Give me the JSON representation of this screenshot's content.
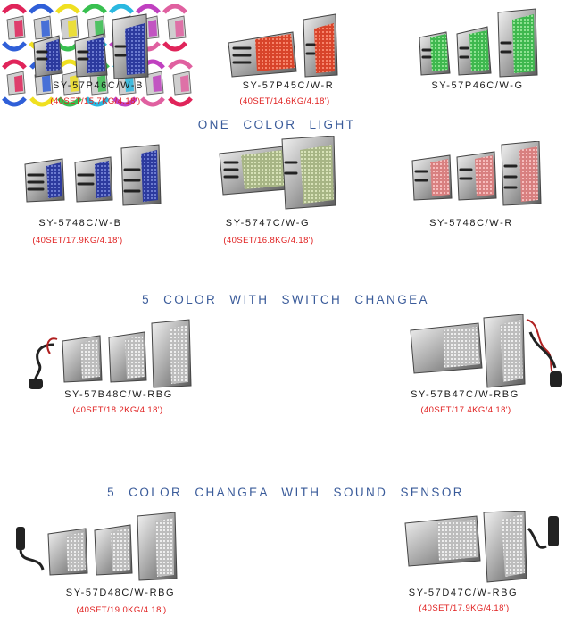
{
  "colors": {
    "code_text": "#1a1a1a",
    "pack_text": "#e02020",
    "heading_text": "#3a5b9a",
    "blue": "#2c3a9e",
    "red": "#d8442a",
    "green": "#3fb84f",
    "white_led": "#d8d8d8",
    "olive_led": "#b8c49a",
    "pink_led": "#e08a8a"
  },
  "headings": {
    "one_color": "ONE COLOR LIGHT",
    "switch": "5 COLOR WITH SWITCH CHANGEA",
    "sound": "5 COLOR CHANGEA WITH SOUND SENSOR"
  },
  "products": [
    {
      "code": "SY-57P46C/W-B",
      "pack": "(40SET/15.7KG/4.18')"
    },
    {
      "code": "SY-57P45C/W-R",
      "pack": "(40SET/14.6KG/4.18')"
    },
    {
      "code": "SY-57P46C/W-G",
      "pack": ""
    },
    {
      "code": "SY-5748C/W-B",
      "pack": "(40SET/17.9KG/4.18')"
    },
    {
      "code": "SY-5747C/W-G",
      "pack": "(40SET/16.8KG/4.18')"
    },
    {
      "code": "SY-5748C/W-R",
      "pack": ""
    },
    {
      "code": "SY-57B48C/W-RBG",
      "pack": "(40SET/18.2KG/4.18')"
    },
    {
      "code": "SY-57B47C/W-RBG",
      "pack": "(40SET/17.4KG/4.18')"
    },
    {
      "code": "SY-57D48C/W-RBG",
      "pack": "(40SET/19.0KG/4.18')"
    },
    {
      "code": "SY-57D47C/W-RBG",
      "pack": "(40SET/17.9KG/4.18')"
    }
  ],
  "cycle_colors": [
    "#e0245a",
    "#2f5fd8",
    "#f0e020",
    "#38c050",
    "#2ab8e0",
    "#c040c0",
    "#e060a0"
  ]
}
